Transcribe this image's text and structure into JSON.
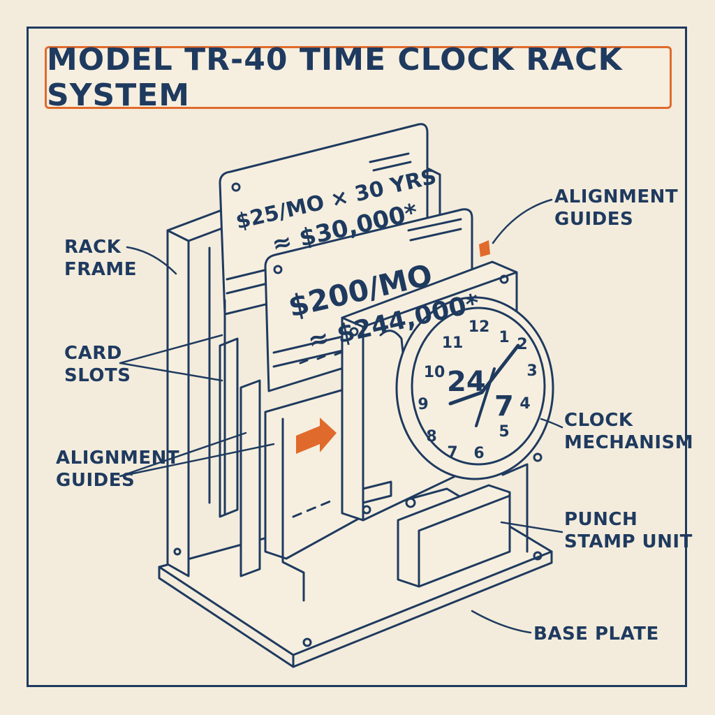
{
  "title": "MODEL TR-40 TIME CLOCK RACK SYSTEM",
  "labels": {
    "rack_frame": [
      "RACK",
      "FRAME"
    ],
    "card_slots": [
      "CARD",
      "SLOTS"
    ],
    "alignment_guides_left": [
      "ALIGNMENT",
      "GUIDES"
    ],
    "alignment_guides_right": [
      "ALIGNMENT",
      "GUIDES"
    ],
    "clock_mechanism": [
      "CLOCK",
      "MECHANISM"
    ],
    "punch_stamp_unit": [
      "PUNCH",
      "STAMP UNIT"
    ],
    "base_plate": "BASE PLATE"
  },
  "cards": {
    "back": {
      "line1": "$25/MO × 30 YRS",
      "line2": "≈ $30,000*"
    },
    "front": {
      "line1": "$200/MO",
      "line2": "≈ $244,000*"
    }
  },
  "clock": {
    "center_text": [
      "24",
      "7"
    ],
    "numbers": [
      "12",
      "1",
      "2",
      "3",
      "4",
      "5",
      "6",
      "7",
      "8",
      "9",
      "10",
      "11"
    ]
  },
  "colors": {
    "ink": "#1f3a5f",
    "accent": "#e06a2c",
    "paper": "#f3ecdc"
  }
}
